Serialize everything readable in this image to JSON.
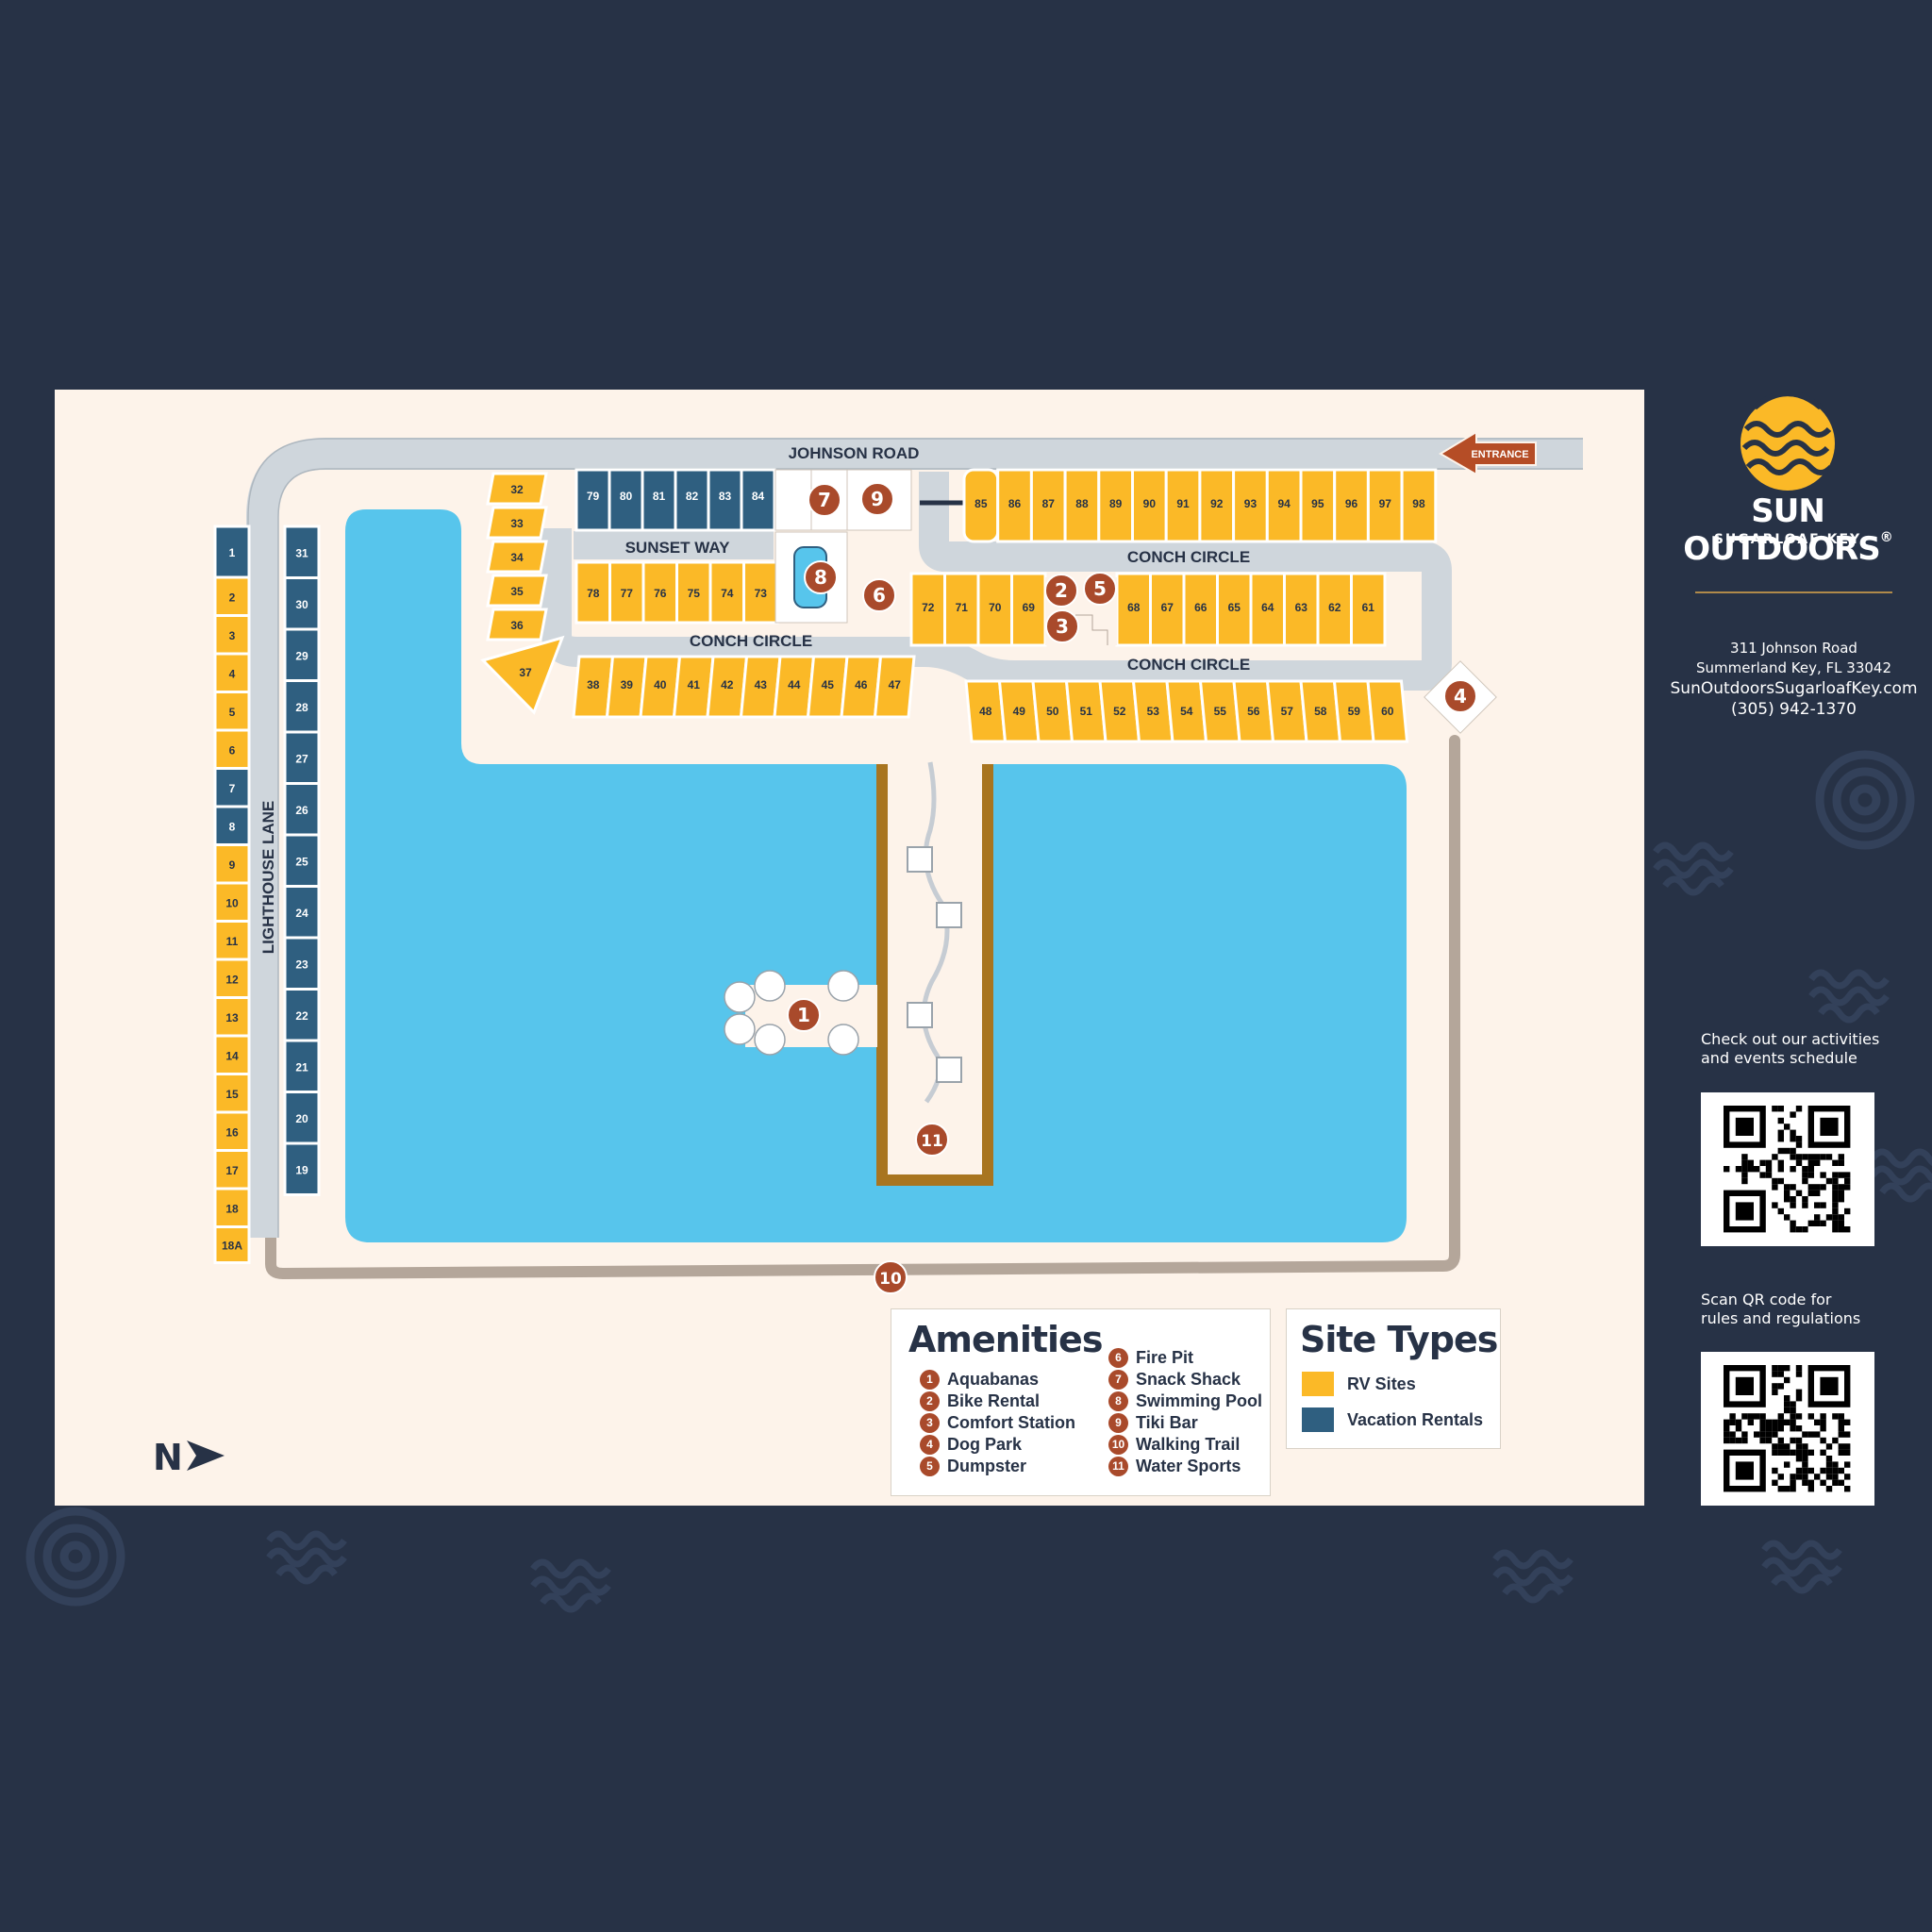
{
  "colors": {
    "background": "#273246",
    "map_bg": "#fdf3ea",
    "water": "#57c5ec",
    "road": "#cfd6dc",
    "rv": "#fbb927",
    "vacation": "#2f5f80",
    "amenity": "#a94a2b",
    "trail": "#b4a69a",
    "dock": "#a87520",
    "brand": "#fbb927"
  },
  "roads": {
    "johnson": "JOHNSON ROAD",
    "sunset": "SUNSET WAY",
    "conch_west": "CONCH CIRCLE",
    "conch_north": "CONCH CIRCLE",
    "conch_south": "CONCH CIRCLE",
    "lighthouse": "LIGHTHOUSE LANE",
    "entrance": "ENTRANCE"
  },
  "sites": {
    "left_outer": [
      "1",
      "2",
      "3",
      "4",
      "5",
      "6",
      "7",
      "8",
      "9",
      "10",
      "11",
      "12",
      "13",
      "14",
      "15",
      "16",
      "17",
      "18",
      "18A"
    ],
    "left_outer_types": [
      "V",
      "R",
      "R",
      "R",
      "R",
      "R",
      "V",
      "V",
      "R",
      "R",
      "R",
      "R",
      "R",
      "R",
      "R",
      "R",
      "R",
      "R",
      "R"
    ],
    "left_inner": [
      "31",
      "30",
      "29",
      "28",
      "27",
      "26",
      "25",
      "24",
      "23",
      "22",
      "21",
      "20",
      "19"
    ],
    "stack_32_36": [
      "32",
      "33",
      "34",
      "35",
      "36"
    ],
    "site_37": "37",
    "vacation_top": [
      "79",
      "80",
      "81",
      "82",
      "83",
      "84"
    ],
    "row_78_73": [
      "78",
      "77",
      "76",
      "75",
      "74",
      "73"
    ],
    "row_38_47": [
      "38",
      "39",
      "40",
      "41",
      "42",
      "43",
      "44",
      "45",
      "46",
      "47"
    ],
    "row_85_98": [
      "85",
      "86",
      "87",
      "88",
      "89",
      "90",
      "91",
      "92",
      "93",
      "94",
      "95",
      "96",
      "97",
      "98"
    ],
    "row_72_69": [
      "72",
      "71",
      "70",
      "69"
    ],
    "row_68_61": [
      "68",
      "67",
      "66",
      "65",
      "64",
      "63",
      "62",
      "61"
    ],
    "row_48_60": [
      "48",
      "49",
      "50",
      "51",
      "52",
      "53",
      "54",
      "55",
      "56",
      "57",
      "58",
      "59",
      "60"
    ]
  },
  "amenity_markers": [
    "1",
    "2",
    "3",
    "4",
    "5",
    "6",
    "7",
    "8",
    "9",
    "10",
    "11"
  ],
  "amenities": {
    "title": "Amenities",
    "items": [
      {
        "num": "1",
        "label": "Aquabanas"
      },
      {
        "num": "2",
        "label": "Bike Rental"
      },
      {
        "num": "3",
        "label": "Comfort Station"
      },
      {
        "num": "4",
        "label": "Dog Park"
      },
      {
        "num": "5",
        "label": "Dumpster"
      },
      {
        "num": "6",
        "label": "Fire Pit"
      },
      {
        "num": "7",
        "label": "Snack Shack"
      },
      {
        "num": "8",
        "label": "Swimming Pool"
      },
      {
        "num": "9",
        "label": "Tiki Bar"
      },
      {
        "num": "10",
        "label": "Walking Trail"
      },
      {
        "num": "11",
        "label": "Water Sports"
      }
    ]
  },
  "site_types": {
    "title": "Site Types",
    "rv": "RV Sites",
    "vacation": "Vacation Rentals"
  },
  "compass": "N",
  "brand": {
    "name": "SUN OUTDOORS",
    "trademark": "®",
    "location": "SUGARLOAF KEY"
  },
  "contact": {
    "address1": "311 Johnson Road",
    "address2": "Summerland Key, FL 33042",
    "website": "SunOutdoorsSugarloafKey.com",
    "phone": "(305) 942-1370"
  },
  "qr1_caption": [
    "Check out our activities",
    "and events schedule"
  ],
  "qr2_caption": [
    "Scan QR code for",
    "rules and regulations"
  ]
}
